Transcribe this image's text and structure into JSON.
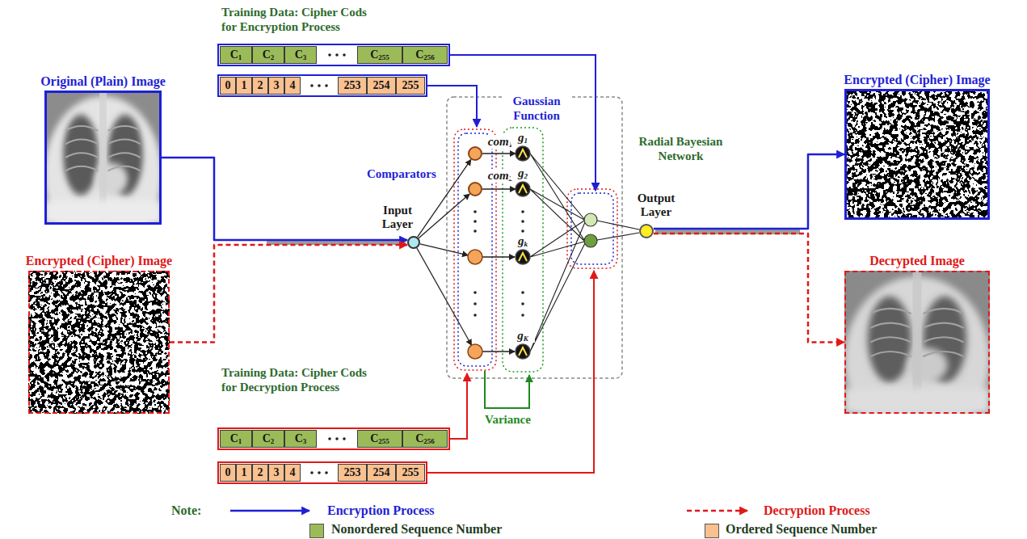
{
  "diagram": {
    "nodes": [
      {
        "text": [
          "Original (Plain) Image"
        ]
      },
      {
        "text": [
          "Encrypted (Cipher) Image"
        ]
      },
      {
        "text": [
          "C1"
        ]
      },
      {
        "text": [
          "C2"
        ]
      },
      {
        "text": [
          "C3"
        ]
      },
      {
        "text": [
          "C255"
        ]
      },
      {
        "text": [
          "C256"
        ]
      },
      {
        "text": [
          "0"
        ]
      },
      {
        "text": [
          "1"
        ]
      },
      {
        "text": [
          "2"
        ]
      },
      {
        "text": [
          "3"
        ]
      },
      {
        "text": [
          "4"
        ]
      },
      {
        "text": [
          "253"
        ]
      },
      {
        "text": [
          "254"
        ]
      },
      {
        "text": [
          "255"
        ]
      },
      {
        "text": [
          "Input Layer"
        ]
      },
      {
        "text": [
          "com1"
        ]
      },
      {
        "text": [
          "com2"
        ]
      },
      {
        "text": [
          "g1"
        ]
      },
      {
        "text": [
          "g2"
        ]
      },
      {
        "text": [
          "gk"
        ]
      },
      {
        "text": [
          "gK"
        ]
      },
      {
        "text": [
          "Output Layer"
        ]
      },
      {
        "text": [
          "Encrypted (Cipher) Image"
        ]
      },
      {
        "text": [
          "Decrypted Image"
        ]
      },
      {
        "text": [
          "C1"
        ]
      },
      {
        "text": [
          "C2"
        ]
      },
      {
        "text": [
          "C3"
        ]
      },
      {
        "text": [
          "C255"
        ]
      },
      {
        "text": [
          "C256"
        ]
      },
      {
        "text": [
          "0"
        ]
      },
      {
        "text": [
          "1"
        ]
      },
      {
        "text": [
          "2"
        ]
      },
      {
        "text": [
          "3"
        ]
      },
      {
        "text": [
          "4"
        ]
      },
      {
        "text": [
          "253"
        ]
      },
      {
        "text": [
          "254"
        ]
      },
      {
        "text": [
          "255"
        ]
      }
    ],
    "edges": [
      {
        "from": 0,
        "to": 15,
        "arrow": "to"
      },
      {
        "from": 1,
        "to": 15,
        "arrow": "to"
      },
      {
        "from": 15,
        "to": 16,
        "arrow": "to"
      },
      {
        "from": 15,
        "to": 17,
        "arrow": "to"
      },
      {
        "from": 16,
        "to": 18,
        "arrow": "to"
      },
      {
        "from": 17,
        "to": 19,
        "arrow": "to"
      },
      {
        "from": 22,
        "to": 23,
        "arrow": "to"
      },
      {
        "from": 22,
        "to": 24,
        "arrow": "to"
      }
    ],
    "labels": [
      "Training Data: Cipher Cods for Encryption Process",
      "Comparators",
      "Gaussian Function",
      "Radial Bayesian Network",
      "Training Data: Cipher Cods for Decryption Process",
      "Variance",
      "Note:"
    ],
    "legend": [
      {
        "text": "Encryption Process"
      },
      {
        "text": "Decryption Process"
      },
      {
        "text": "Nonordered Sequence Number",
        "color": "#9bbb59"
      },
      {
        "text": "Ordered Sequence Number",
        "color": "#f9c090"
      }
    ]
  }
}
